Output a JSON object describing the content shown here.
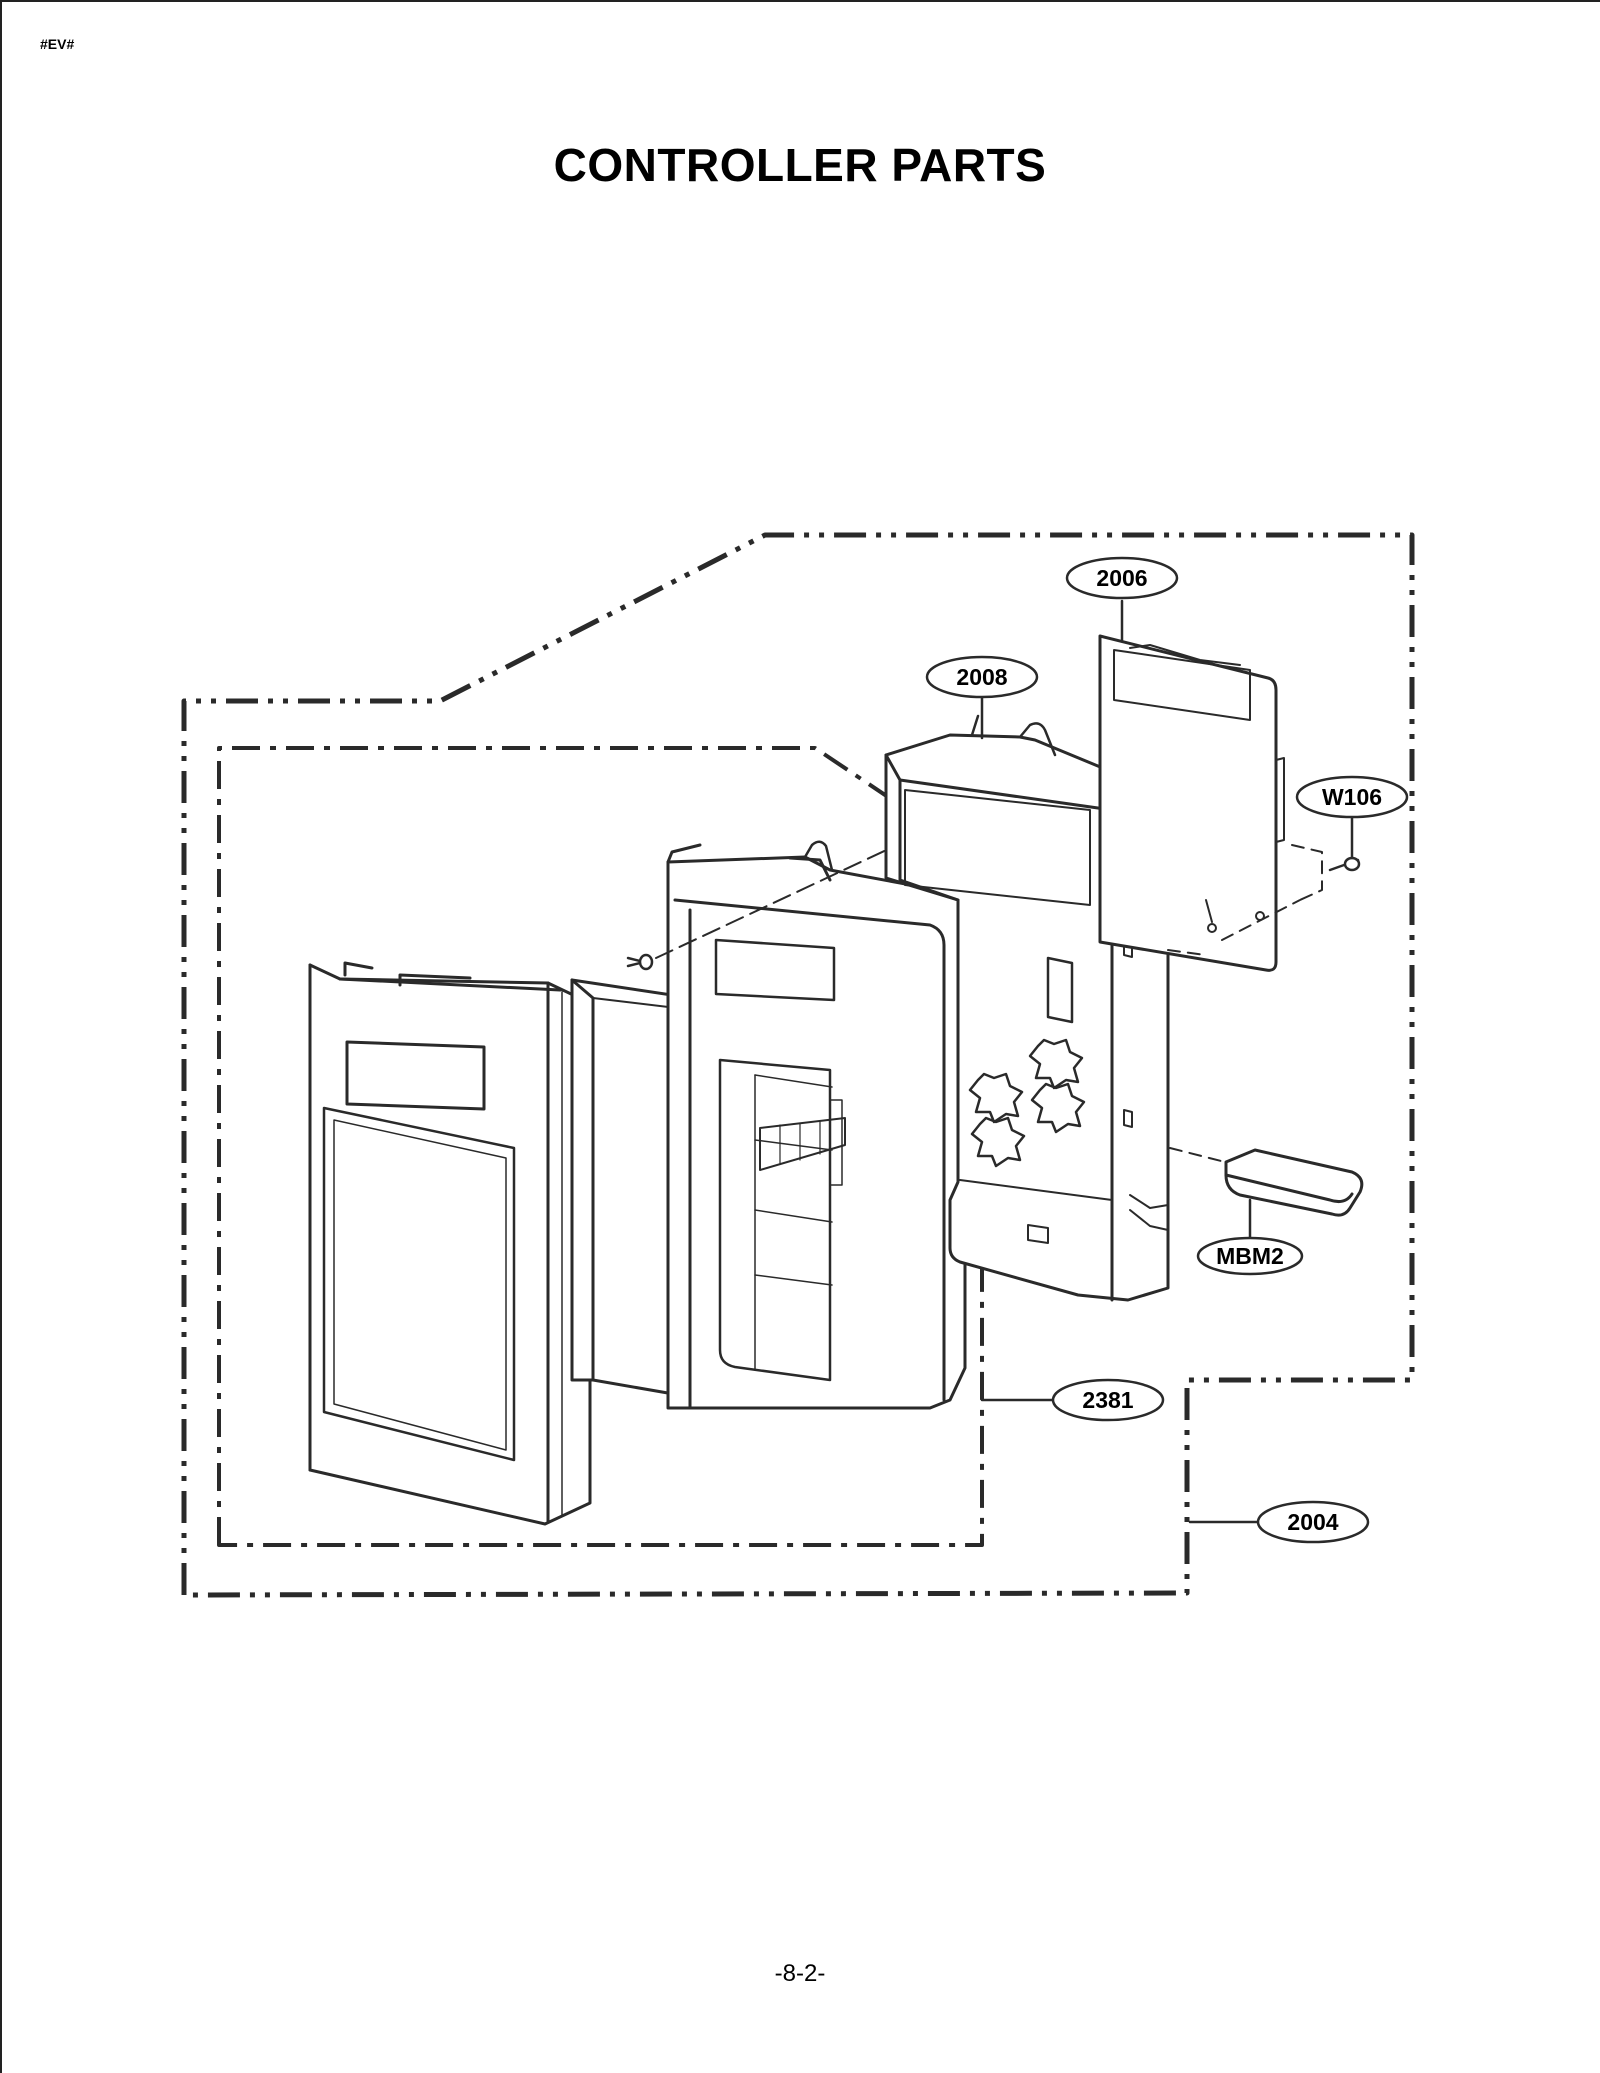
{
  "header": {
    "code": "#EV#"
  },
  "title": "CONTROLLER PARTS",
  "callouts": [
    {
      "id": "2006",
      "label": "2006"
    },
    {
      "id": "2008",
      "label": "2008"
    },
    {
      "id": "W106",
      "label": "W106"
    },
    {
      "id": "MBM2",
      "label": "MBM2"
    },
    {
      "id": "2381",
      "label": "2381"
    },
    {
      "id": "2004",
      "label": "2004"
    }
  ],
  "footer": {
    "page": "-8-2-"
  }
}
